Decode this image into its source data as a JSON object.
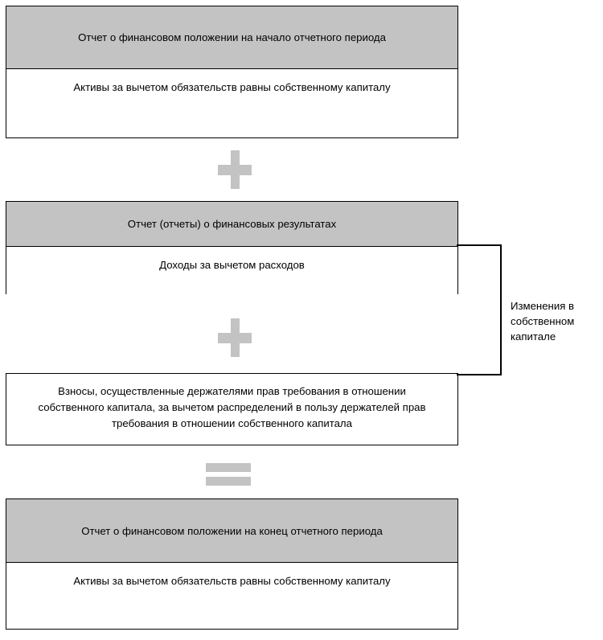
{
  "diagram": {
    "title": "Structure of financial statements equation",
    "colors": {
      "header_fill": "#c3c3c3",
      "operator_fill": "#c3c3c3",
      "border": "#000000",
      "body_fill": "#ffffff",
      "text": "#000000"
    },
    "blocks": [
      {
        "id": "opening-statement-of-financial-position",
        "header": "Отчет о финансовом положении на начало отчетного периода",
        "body": "Активы за вычетом обязательств равны собственному капиталу"
      },
      {
        "id": "statement-of-financial-performance",
        "header": "Отчет (отчеты) о финансовых результатах",
        "body": "Доходы за вычетом расходов"
      },
      {
        "id": "equity-holder-contributions",
        "header": null,
        "body": "Взносы, осуществленные держателями прав требования в отношении собственного капитала, за вычетом распределений в пользу держателей прав требования в отношении собственного капитала"
      },
      {
        "id": "closing-statement-of-financial-position",
        "header": "Отчет о финансовом положении на конец отчетного периода",
        "body": "Активы за вычетом обязательств равны собственному капиталу"
      }
    ],
    "operators": [
      {
        "id": "plus-1",
        "symbol": "+",
        "name": "plus-operator"
      },
      {
        "id": "plus-2",
        "symbol": "+",
        "name": "plus-operator"
      },
      {
        "id": "equals-1",
        "symbol": "=",
        "name": "equals-operator"
      }
    ],
    "annotation": {
      "id": "changes-in-equity",
      "label": "Изменения в собственном капитале"
    }
  }
}
